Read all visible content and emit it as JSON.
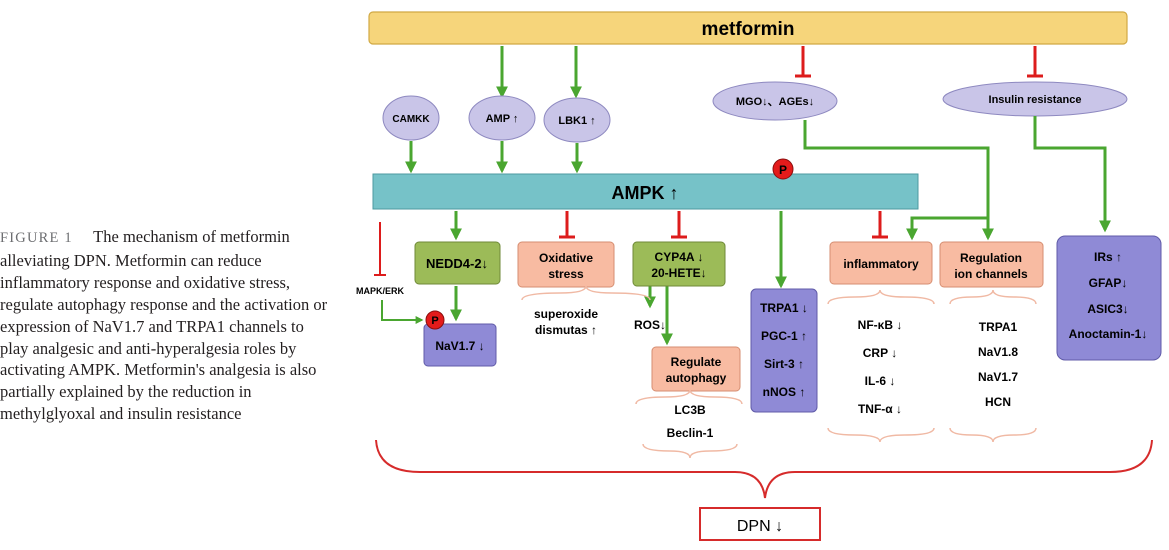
{
  "caption": {
    "figure_label": "FIGURE 1",
    "text": "The mechanism of metformin alleviating DPN. Metformin can reduce inflammatory response and oxidative stress, regulate autophagy response and the activation or expression of NaV1.7 and TRPA1 channels to play analgesic and anti-hyperalgesia roles by activating AMPK. Metformin's analgesia is also partially explained by the reduction in methylglyoxal and insulin resistance"
  },
  "diagram": {
    "metformin": "metformin",
    "camkk": "CAMKK",
    "amp": "AMP ↑",
    "lbk1": "LBK1 ↑",
    "mgo": "MGO↓、AGEs↓",
    "insulin": "Insulin resistance",
    "ampk": "AMPK ↑",
    "phospho": "P",
    "mapk": "MAPK/ERK",
    "nedd": "NEDD4-2↓",
    "nav17": "NaV1.7 ↓",
    "oxidative": [
      "Oxidative",
      "stress"
    ],
    "superoxide": [
      "superoxide",
      "dismutas ↑"
    ],
    "ros": "ROS↓",
    "cyp": [
      "CYP4A ↓",
      "20-HETE↓"
    ],
    "autophagy": [
      "Regulate",
      "autophagy"
    ],
    "autophagy_items": [
      "LC3B",
      "Beclin-1"
    ],
    "trpa_box": [
      "TRPA1 ↓",
      "PGC-1 ↑",
      "Sirt-3 ↑",
      "nNOS ↑"
    ],
    "inflammatory": "inflammatory",
    "inflammatory_items": [
      "NF-κB ↓",
      "CRP ↓",
      "IL-6 ↓",
      "TNF-α ↓"
    ],
    "ion": [
      "Regulation",
      "ion channels"
    ],
    "ion_items": [
      "TRPA1",
      "NaV1.8",
      "NaV1.7",
      "HCN"
    ],
    "irs_box": [
      "IRs ↑",
      "GFAP↓",
      "ASIC3↓",
      "Anoctamin-1↓"
    ],
    "dpn": "DPN ↓"
  },
  "colors": {
    "metformin_bar": "#f6d57b",
    "ampk_bar": "#76c2c8",
    "ellipse": "#c9c5e8",
    "green_box": "#9cbb58",
    "salmon_box": "#f8bba2",
    "purple_box": "#8f8ad6",
    "green_arrow": "#4aa630",
    "red_inhibit": "#dd1c1c"
  }
}
